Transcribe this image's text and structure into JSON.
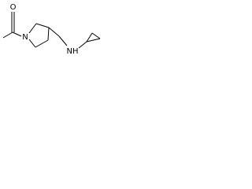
{
  "molecule": {
    "atoms": {
      "carbonyl_oxygen": "O",
      "ring_nitrogen": "N",
      "amine": "NH"
    },
    "colors": {
      "bond": "#000000",
      "label": "#000000",
      "background": "#ffffff"
    }
  }
}
